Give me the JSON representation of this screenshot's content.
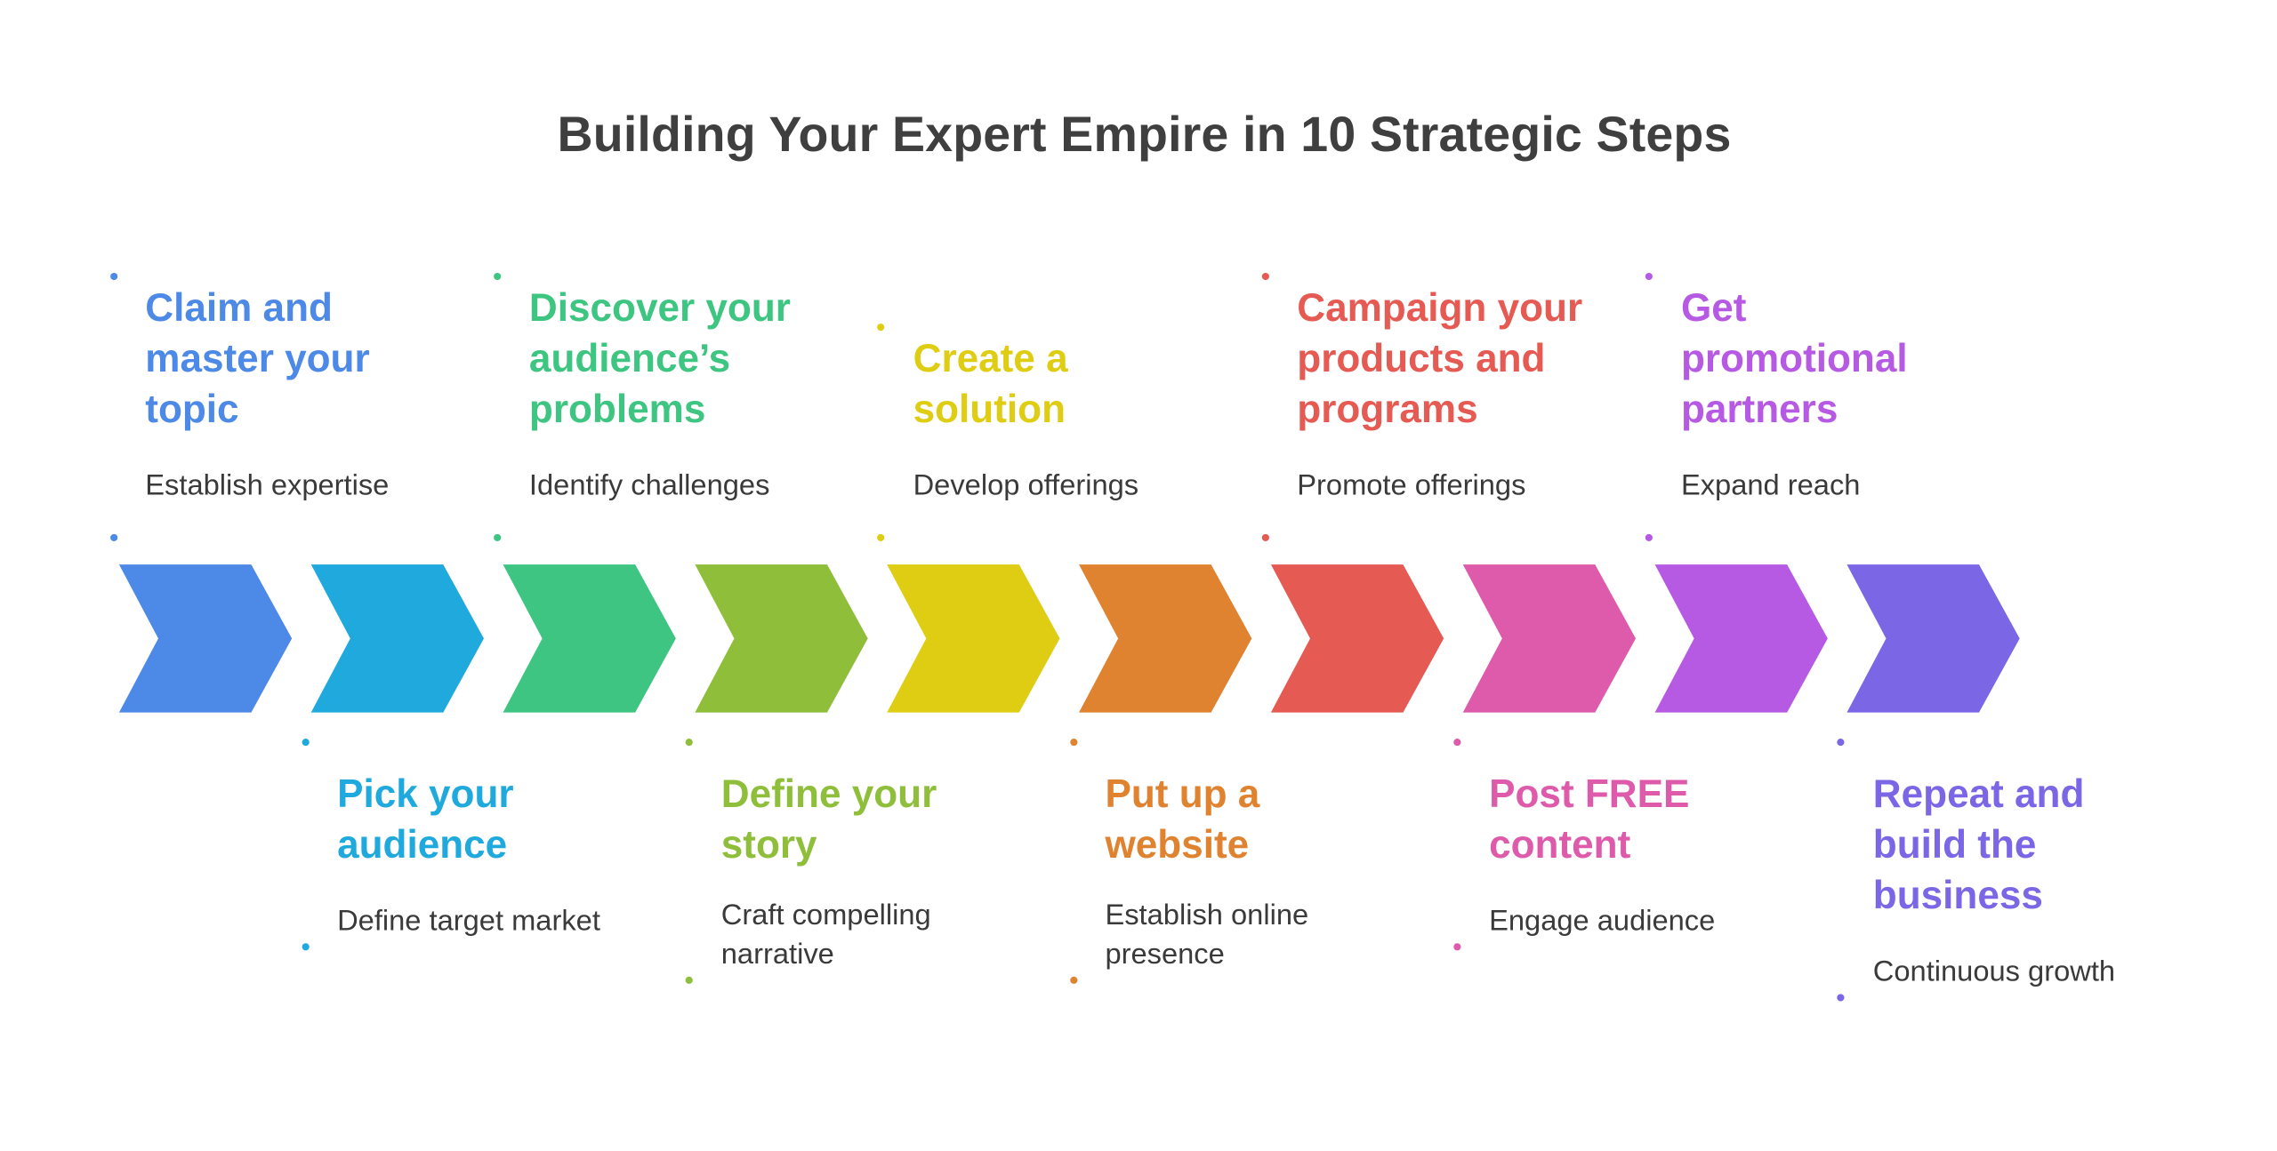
{
  "title": "Building Your Expert Empire in 10 Strategic Steps",
  "steps": [
    {
      "title": "Claim and\nmaster your\ntopic",
      "desc": "Establish expertise",
      "color": "#4d89e6"
    },
    {
      "title": "Pick your\naudience",
      "desc": "Define target market",
      "color": "#1fa9dc"
    },
    {
      "title": "Discover your\naudience’s\nproblems",
      "desc": "Identify challenges",
      "color": "#3ec581"
    },
    {
      "title": "Define your\nstory",
      "desc": "Craft compelling\nnarrative",
      "color": "#8fbf3a"
    },
    {
      "title": "Create a\nsolution",
      "desc": "Develop offerings",
      "color": "#dfcd14"
    },
    {
      "title": "Put up a\nwebsite",
      "desc": "Establish online\npresence",
      "color": "#e08330"
    },
    {
      "title": "Campaign your\nproducts and\nprograms",
      "desc": "Promote offerings",
      "color": "#e55a52"
    },
    {
      "title": "Post FREE\ncontent",
      "desc": "Engage audience",
      "color": "#de5aaa"
    },
    {
      "title": "Get\npromotional\npartners",
      "desc": "Expand reach",
      "color": "#b75ae3"
    },
    {
      "title": "Repeat and\nbuild the\nbusiness",
      "desc": "Continuous growth",
      "color": "#7b67e6"
    }
  ]
}
